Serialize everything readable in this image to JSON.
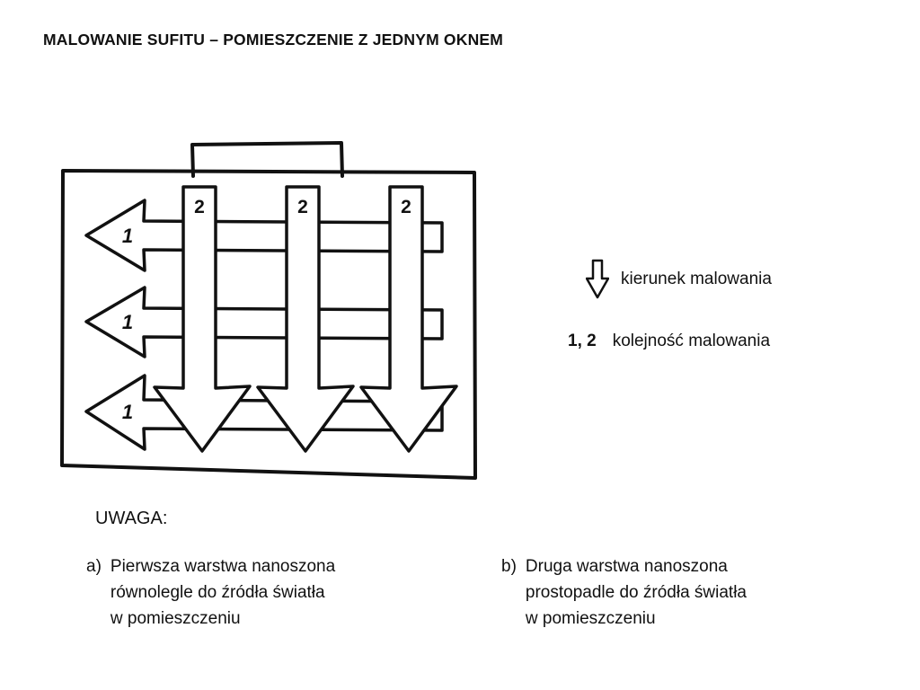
{
  "title": "MALOWANIE SUFITU – POMIESZCZENIE Z JEDNYM OKNEM",
  "diagram": {
    "first_coat_label": "1",
    "second_coat_label": "2"
  },
  "legend": {
    "direction_label": "kierunek malowania",
    "order_numbers": "1, 2",
    "order_label": "kolejność malowania"
  },
  "note": {
    "heading": "UWAGA:",
    "items": [
      {
        "marker": "a)",
        "lines": [
          "Pierwsza warstwa nanoszona",
          "równolegle do źródła światła",
          "w pomieszczeniu"
        ]
      },
      {
        "marker": "b)",
        "lines": [
          "Druga warstwa nanoszona",
          "prostopadle do źródła światła",
          "w pomieszczeniu"
        ]
      }
    ]
  },
  "colors": {
    "ink": "#111111",
    "paper": "#ffffff"
  }
}
